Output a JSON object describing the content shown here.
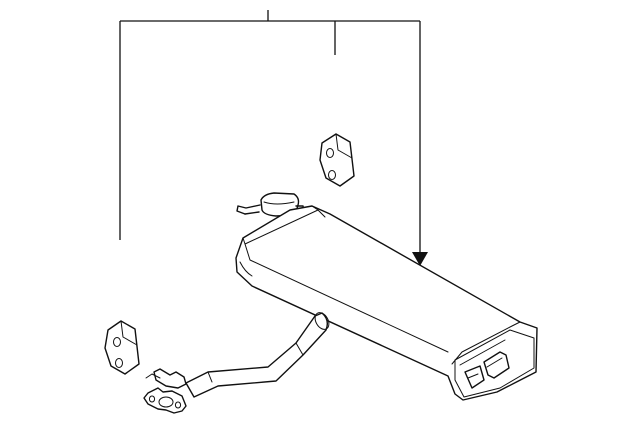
{
  "diagram": {
    "parts": [
      {
        "name": "muffler-assembly"
      },
      {
        "name": "front-pipe"
      },
      {
        "name": "rubber-hanger-upper"
      },
      {
        "name": "rubber-hanger-lower"
      }
    ],
    "colors": {
      "line": "#111111",
      "background": "#ffffff"
    }
  }
}
